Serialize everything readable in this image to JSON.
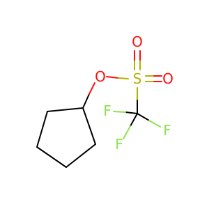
{
  "molecule": {
    "atoms": {
      "o_ester": "O",
      "s": "S",
      "o_top": "O",
      "o_right": "O",
      "f_left": "F",
      "f_right": "F",
      "f_bottom": "F"
    },
    "colors": {
      "bond": "#000000",
      "oxygen": "#ff0d0d",
      "sulfur": "#b2b200",
      "fluorine": "#90e050"
    }
  }
}
